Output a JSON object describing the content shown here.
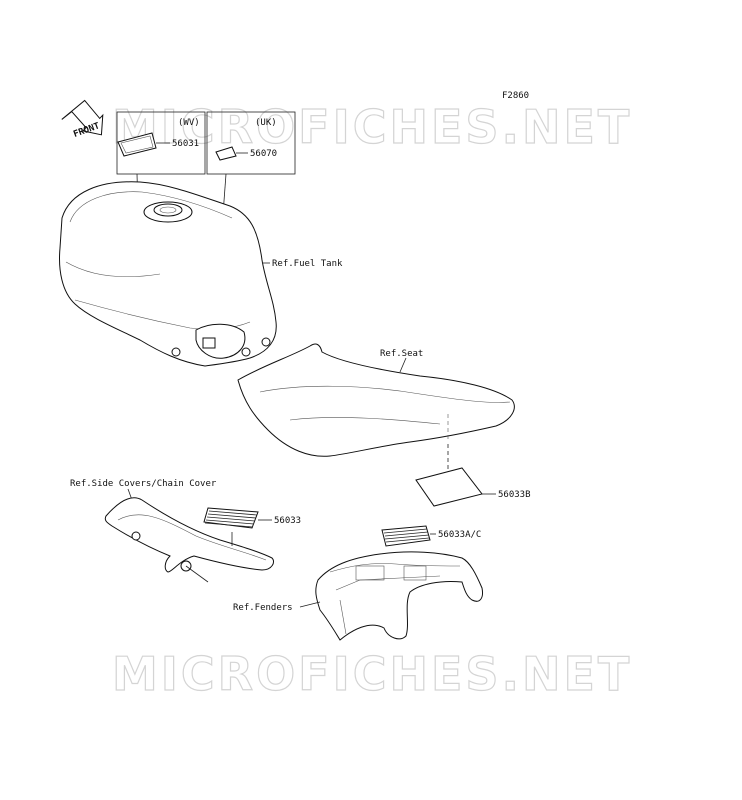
{
  "watermark": {
    "text": "MICROFICHES.NET"
  },
  "figure_code": "F2860",
  "front_arrow": "FRONT",
  "inset_wv": {
    "region": "(WV)",
    "part_no": "56031"
  },
  "inset_uk": {
    "region": "(UK)",
    "part_no": "56070"
  },
  "refs": {
    "fuel_tank": "Ref.Fuel Tank",
    "seat": "Ref.Seat",
    "side_covers": "Ref.Side Covers/Chain Cover",
    "fenders": "Ref.Fenders"
  },
  "parts": {
    "seat_label": "56033B",
    "side_label": "56033",
    "fender_label": "56033A/C"
  }
}
